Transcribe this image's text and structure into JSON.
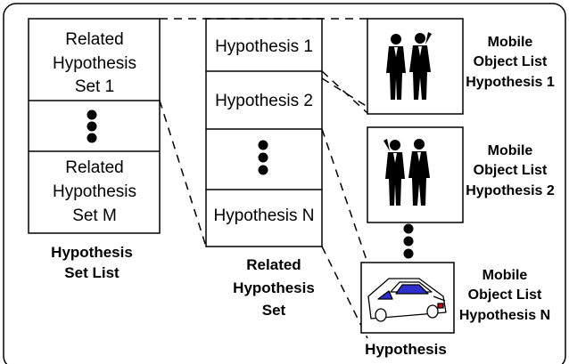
{
  "hypothesis_set_list": {
    "first_cell": [
      "Related",
      "Hypothesis",
      "Set 1"
    ],
    "last_cell": [
      "Related",
      "Hypothesis",
      "Set M"
    ],
    "caption": [
      "Hypothesis",
      "Set List"
    ]
  },
  "related_hypothesis_set": {
    "cells": [
      "Hypothesis 1",
      "Hypothesis 2",
      "Hypothesis N"
    ],
    "caption": [
      "Related",
      "Hypothesis",
      "Set"
    ]
  },
  "hypotheses": [
    {
      "image": "two-people-icon",
      "label": [
        "Mobile",
        "Object List",
        "Hypothesis 1"
      ]
    },
    {
      "image": "two-people-icon",
      "label": [
        "Mobile",
        "Object List",
        "Hypothesis 2"
      ]
    },
    {
      "image": "car-icon",
      "label": [
        "Mobile",
        "Object List",
        "Hypothesis N"
      ]
    }
  ],
  "bottom_caption": "Hypothesis",
  "colors": {
    "stroke": "#000000",
    "car_window": "#2f2fd0",
    "car_light": "#d00000"
  }
}
